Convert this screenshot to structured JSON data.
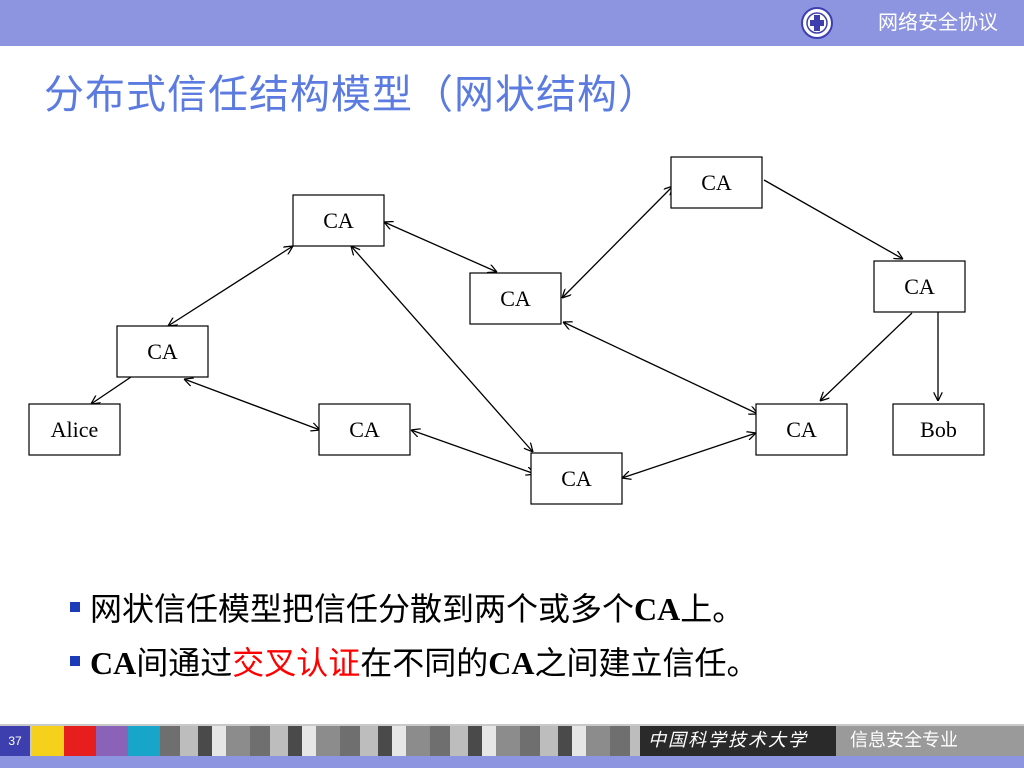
{
  "header": {
    "course_name": "网络安全协议",
    "title": "分布式信任结构模型（网状结构）"
  },
  "diagram": {
    "nodes": [
      {
        "id": "ca-top-center",
        "label": "CA"
      },
      {
        "id": "ca-top-right",
        "label": "CA"
      },
      {
        "id": "ca-middle",
        "label": "CA"
      },
      {
        "id": "ca-right",
        "label": "CA"
      },
      {
        "id": "ca-left",
        "label": "CA"
      },
      {
        "id": "alice",
        "label": "Alice"
      },
      {
        "id": "ca-bottom-left",
        "label": "CA"
      },
      {
        "id": "ca-bottom-center",
        "label": "CA"
      },
      {
        "id": "ca-bottom-right",
        "label": "CA"
      },
      {
        "id": "bob",
        "label": "Bob"
      }
    ],
    "edges": [
      {
        "from": "ca-top-center",
        "to": "ca-middle",
        "arrows": "both"
      },
      {
        "from": "ca-middle",
        "to": "ca-top-right",
        "arrows": "both"
      },
      {
        "from": "ca-top-right",
        "to": "ca-right",
        "arrows": "end"
      },
      {
        "from": "ca-right",
        "to": "bob",
        "arrows": "end"
      },
      {
        "from": "ca-right",
        "to": "ca-bottom-right",
        "arrows": "end"
      },
      {
        "from": "ca-middle",
        "to": "ca-bottom-right",
        "arrows": "both"
      },
      {
        "from": "ca-top-center",
        "to": "ca-left",
        "arrows": "both"
      },
      {
        "from": "ca-left",
        "to": "alice",
        "arrows": "end"
      },
      {
        "from": "ca-left",
        "to": "ca-bottom-left",
        "arrows": "both"
      },
      {
        "from": "ca-top-center",
        "to": "ca-bottom-center",
        "arrows": "both"
      },
      {
        "from": "ca-bottom-left",
        "to": "ca-bottom-center",
        "arrows": "both"
      },
      {
        "from": "ca-bottom-center",
        "to": "ca-bottom-right",
        "arrows": "both"
      }
    ]
  },
  "bullets": [
    {
      "p1": "网状信任模型把信任分散到两个或多个",
      "p2": "CA",
      "p3": "上。"
    },
    {
      "p1": "CA",
      "p2": "间通过",
      "p3": "交叉认证",
      "p4": "在不同的",
      "p5": "CA",
      "p6": "之间建立信任。"
    }
  ],
  "footer": {
    "page_number": "37",
    "university": "中国科学技术大学",
    "department": "信息安全专业"
  },
  "colors": {
    "accent": "#8d94e0",
    "title": "#5b7be0",
    "highlight": "#ff0000",
    "bullet_mark": "#1c3bb8"
  }
}
